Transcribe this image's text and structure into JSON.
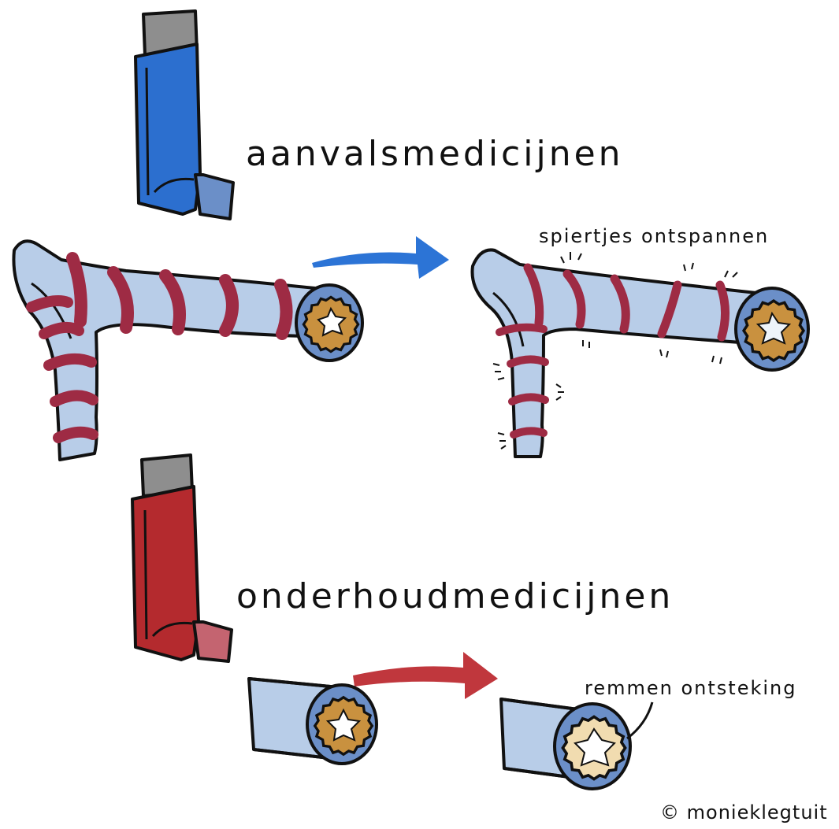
{
  "labels": {
    "reliever": "aanvalsmedicijnen",
    "maintenance": "onderhoudmedicijnen",
    "muscles_relax": "spiertjes ontspannen",
    "inhibit_inflammation": "remmen ontsteking",
    "copyright": "© monieklegtuit"
  },
  "colors": {
    "reliever_inhaler": "#2c6fcf",
    "reliever_mouthpiece": "#6b8fc8",
    "maintenance_inhaler": "#b42a2e",
    "maintenance_mouthpiece": "#c46470",
    "inhaler_cap": "#8e8e8e",
    "airway": "#b8cde8",
    "muscle_band": "#9e2b44",
    "inflamed_lining": "#c9913f",
    "calm_lining": "#f1dcb0",
    "arrow_blue": "#2c74d6",
    "arrow_red": "#c0373d"
  },
  "icons": [
    "blue-inhaler-icon",
    "red-inhaler-icon",
    "airway-icon",
    "arrow-icon"
  ]
}
